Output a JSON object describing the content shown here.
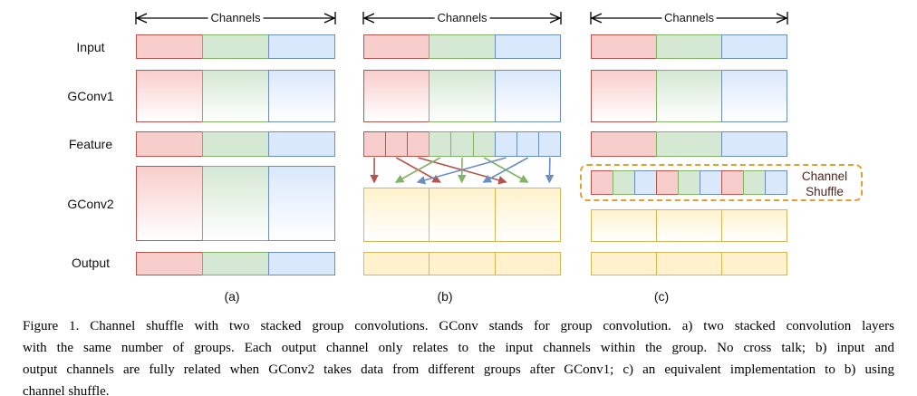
{
  "figure": {
    "channels_label": "Channels",
    "row_labels": [
      "Input",
      "GConv1",
      "Feature",
      "GConv2",
      "Output"
    ],
    "panel_labels": [
      "(a)",
      "(b)",
      "(c)"
    ],
    "shuffle_label": "Channel Shuffle",
    "colors": {
      "red": {
        "fill": "#f8cecc",
        "stroke": "#b85450"
      },
      "green": {
        "fill": "#d5e8d4",
        "stroke": "#82b366"
      },
      "blue": {
        "fill": "#dae8fc",
        "stroke": "#6c8ebf"
      },
      "yellow": {
        "fill": "#fff2cc",
        "stroke": "#d6b656"
      },
      "arrow_red": "#b85450",
      "arrow_green": "#82b366",
      "arrow_blue": "#6c8ebf",
      "shuffle_box_border": "#e0a030",
      "shuffle_label_color": "#4d241c",
      "channels_arrow_color": "#000000"
    },
    "panels": [
      {
        "name": "a",
        "rows": {
          "input": [
            "red",
            "green",
            "blue"
          ],
          "gconv1": [
            "red",
            "green",
            "blue"
          ],
          "feature": [
            "red",
            "green",
            "blue"
          ],
          "gconv2": [
            "red",
            "green",
            "blue"
          ],
          "output": [
            "red",
            "green",
            "blue"
          ]
        }
      },
      {
        "name": "b",
        "rows": {
          "input": [
            "red",
            "green",
            "blue"
          ],
          "gconv1": [
            "red",
            "green",
            "blue"
          ],
          "feature": [
            "red",
            "red",
            "red",
            "green",
            "green",
            "green",
            "blue",
            "blue",
            "blue"
          ],
          "gconv2": [
            "yellow",
            "yellow",
            "yellow"
          ],
          "output": [
            "yellow",
            "yellow",
            "yellow"
          ]
        },
        "arrows": [
          {
            "from": 0,
            "to_group": 0,
            "color": "red"
          },
          {
            "from": 1,
            "to_group": 1,
            "color": "red"
          },
          {
            "from": 2,
            "to_group": 2,
            "color": "red"
          },
          {
            "from": 3,
            "to_group": 0,
            "color": "green"
          },
          {
            "from": 4,
            "to_group": 1,
            "color": "green"
          },
          {
            "from": 5,
            "to_group": 2,
            "color": "green"
          },
          {
            "from": 6,
            "to_group": 0,
            "color": "blue"
          },
          {
            "from": 7,
            "to_group": 1,
            "color": "blue"
          },
          {
            "from": 8,
            "to_group": 2,
            "color": "blue"
          }
        ]
      },
      {
        "name": "c",
        "rows": {
          "input": [
            "red",
            "green",
            "blue"
          ],
          "gconv1": [
            "red",
            "green",
            "blue"
          ],
          "feature": [
            "red",
            "green",
            "blue"
          ],
          "shuffle": [
            "red",
            "green",
            "blue",
            "red",
            "green",
            "blue",
            "red",
            "green",
            "blue"
          ],
          "gconv2": [
            "yellow",
            "yellow",
            "yellow"
          ],
          "output": [
            "yellow",
            "yellow",
            "yellow"
          ]
        }
      }
    ]
  },
  "caption": {
    "lines": [
      "Figure 1. Channel shuffle with two stacked group convolutions.  GConv stands for group convolution.  a) two stacked convolution layers",
      "with the same number of groups.  Each output channel only relates to the input channels within the group.  No cross talk; b) input and",
      "output channels are fully related when GConv2 takes data from different groups after GConv1; c) an equivalent implementation to b) using",
      "channel shuffle."
    ]
  }
}
